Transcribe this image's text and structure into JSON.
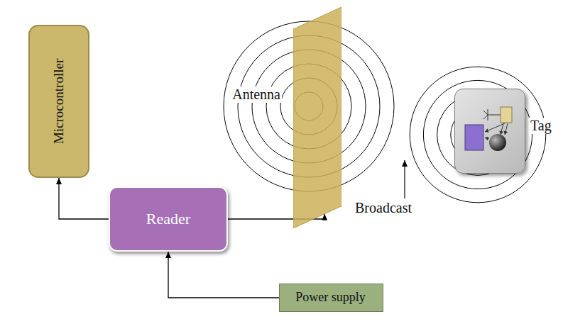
{
  "diagram": {
    "nodes": [
      {
        "text": [
          "Microcontroller"
        ]
      },
      {
        "text": [
          "Antenna"
        ]
      },
      {
        "text": [
          "Reader"
        ]
      },
      {
        "text": [
          "Tag"
        ]
      },
      {
        "text": [
          "Power supply"
        ]
      }
    ],
    "edges": [
      {
        "from": 2,
        "to": 0,
        "arrow": "to"
      },
      {
        "from": 2,
        "to": 1,
        "arrow": "to"
      },
      {
        "from": 4,
        "to": 2,
        "arrow": "to"
      }
    ],
    "labels": [
      "Broadcast"
    ]
  }
}
